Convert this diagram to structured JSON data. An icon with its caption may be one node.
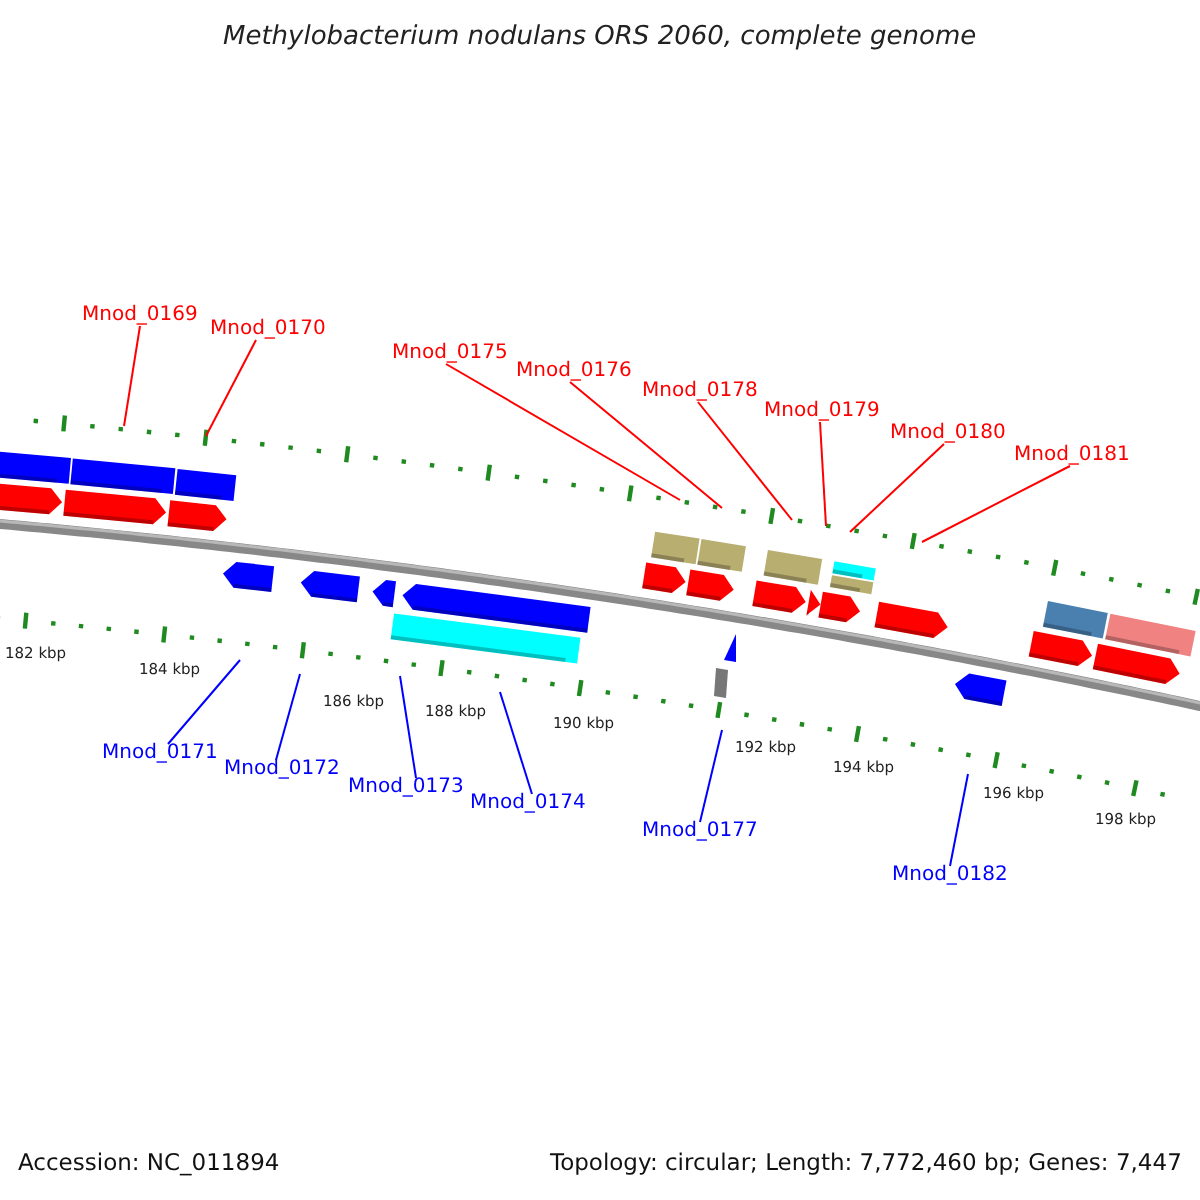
{
  "diagram": {
    "title": "Methylobacterium nodulans ORS 2060, complete genome",
    "nodes": [
      {
        "text": [
          "Mnod_0169"
        ]
      },
      {
        "text": [
          "Mnod_0170"
        ]
      },
      {
        "text": [
          "Mnod_0175"
        ]
      },
      {
        "text": [
          "Mnod_0176"
        ]
      },
      {
        "text": [
          "Mnod_0178"
        ]
      },
      {
        "text": [
          "Mnod_0179"
        ]
      },
      {
        "text": [
          "Mnod_0180"
        ]
      },
      {
        "text": [
          "Mnod_0181"
        ]
      },
      {
        "text": [
          "Mnod_0171"
        ]
      },
      {
        "text": [
          "Mnod_0172"
        ]
      },
      {
        "text": [
          "Mnod_0173"
        ]
      },
      {
        "text": [
          "Mnod_0174"
        ]
      },
      {
        "text": [
          "Mnod_0177"
        ]
      },
      {
        "text": [
          "Mnod_0182"
        ]
      }
    ],
    "edges": [
      {
        "from": 0,
        "to": null,
        "arrow": "none"
      },
      {
        "from": 1,
        "to": null,
        "arrow": "none"
      },
      {
        "from": 2,
        "to": null,
        "arrow": "none"
      },
      {
        "from": 3,
        "to": null,
        "arrow": "none"
      },
      {
        "from": 4,
        "to": null,
        "arrow": "none"
      },
      {
        "from": 5,
        "to": null,
        "arrow": "none"
      },
      {
        "from": 6,
        "to": null,
        "arrow": "none"
      },
      {
        "from": 7,
        "to": null,
        "arrow": "none"
      },
      {
        "from": 8,
        "to": null,
        "arrow": "none",
        "color": "#0000ff"
      },
      {
        "from": 9,
        "to": null,
        "arrow": "none",
        "color": "#0000ff"
      },
      {
        "from": 10,
        "to": null,
        "arrow": "none",
        "color": "#0000ff"
      },
      {
        "from": 11,
        "to": null,
        "arrow": "none",
        "color": "#0000ff"
      },
      {
        "from": 12,
        "to": null,
        "arrow": "none",
        "color": "#0000ff"
      },
      {
        "from": 13,
        "to": null,
        "arrow": "none",
        "color": "#0000ff"
      }
    ],
    "labels": [
      "182 kbp",
      "184 kbp",
      "186 kbp",
      "188 kbp",
      "190 kbp",
      "192 kbp",
      "194 kbp",
      "196 kbp",
      "198 kbp",
      "Accession: NC_011894",
      "Topology: circular; Length: 7,772,460 bp; Genes: 7,447"
    ]
  }
}
